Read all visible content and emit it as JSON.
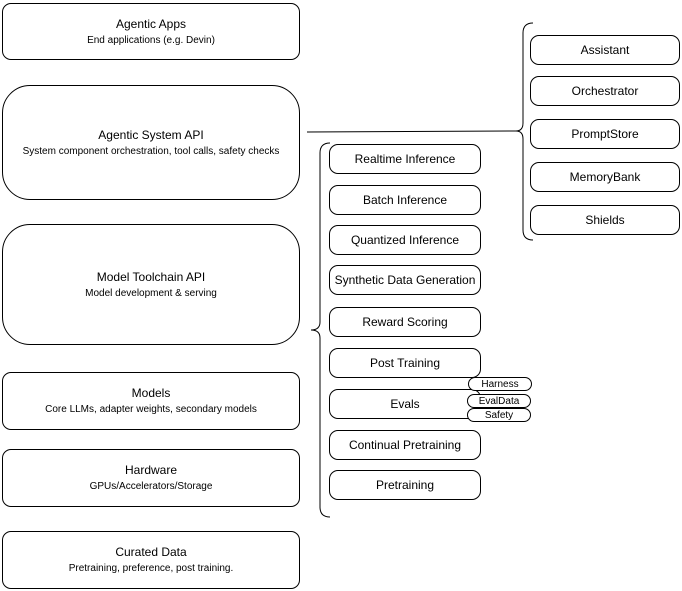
{
  "diagram": {
    "left_column": {
      "boxes": [
        {
          "title": "Agentic Apps",
          "subtitle": "End applications (e.g. Devin)"
        },
        {
          "title": "Agentic System API",
          "subtitle": "System component orchestration, tool calls, safety checks"
        },
        {
          "title": "Model Toolchain API",
          "subtitle": "Model development & serving"
        },
        {
          "title": "Models",
          "subtitle": "Core LLMs, adapter weights, secondary models"
        },
        {
          "title": "Hardware",
          "subtitle": "GPUs/Accelerators/Storage"
        },
        {
          "title": "Curated Data",
          "subtitle": "Pretraining, preference, post training."
        }
      ]
    },
    "toolchain_services": {
      "items": [
        "Realtime Inference",
        "Batch Inference",
        "Quantized Inference",
        "Synthetic Data Generation",
        "Reward Scoring",
        "Post Training",
        "Evals",
        "Continual Pretraining",
        "Pretraining"
      ]
    },
    "evals_tags": {
      "items": [
        "Harness",
        "EvalData",
        "Safety"
      ]
    },
    "system_components": {
      "items": [
        "Assistant",
        "Orchestrator",
        "PromptStore",
        "MemoryBank",
        "Shields"
      ]
    },
    "colors": {
      "stroke": "#000000",
      "background": "#ffffff",
      "text": "#000000"
    }
  }
}
